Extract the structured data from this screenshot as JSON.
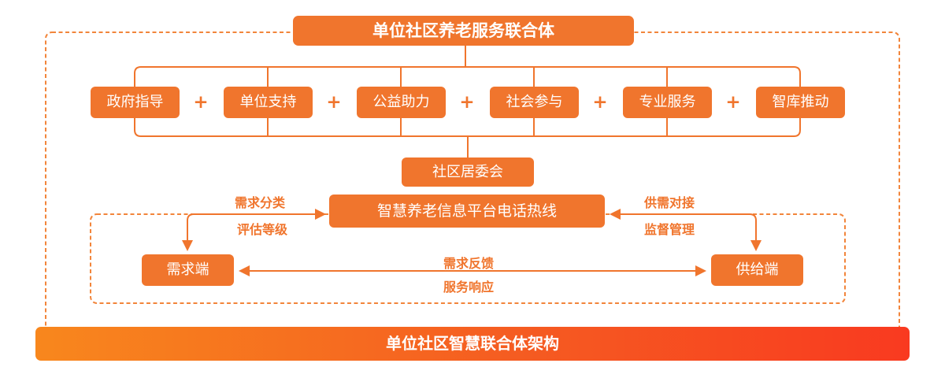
{
  "header": {
    "title": "单位社区养老服务联合体"
  },
  "pillars": [
    "政府指导",
    "单位支持",
    "公益助力",
    "社会参与",
    "专业服务",
    "智库推动"
  ],
  "plus": "+",
  "committee": "社区居委会",
  "platform": "智慧养老信息平台电话热线",
  "demand": {
    "node": "需求端",
    "labels": [
      "需求分类",
      "评估等级"
    ]
  },
  "supply": {
    "node": "供给端",
    "labels": [
      "供需对接",
      "监督管理"
    ]
  },
  "exchange": {
    "labels": [
      "需求反馈",
      "服务响应"
    ]
  },
  "footer": {
    "title": "单位社区智慧联合体架构"
  },
  "colors": {
    "accent": "#F0752D",
    "dashed_border": "#F2853B",
    "bar_gradient_start": "#F8871D",
    "bar_gradient_end": "#F93A20",
    "text_on_accent": "#FFFFFF"
  }
}
